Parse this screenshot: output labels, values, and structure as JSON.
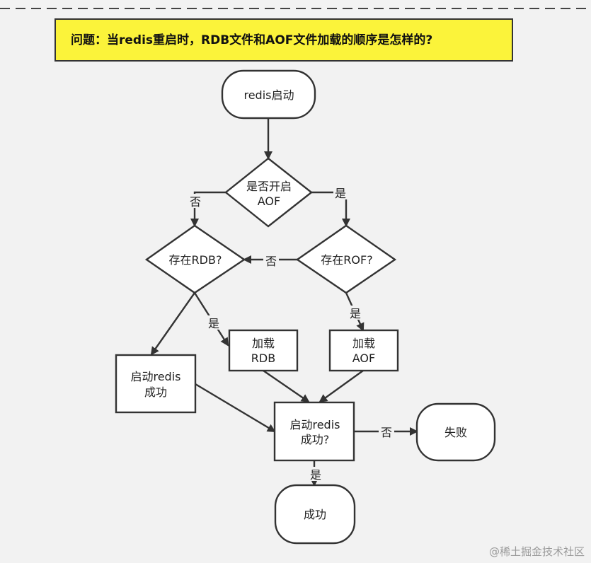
{
  "title": "问题：当redis重启时，RDB文件和AOF文件加载的顺序是怎样的?",
  "colors": {
    "background": "#f2f2f2",
    "title_fill": "#fbf33a",
    "title_border": "#333333",
    "node_fill": "#ffffff",
    "stroke": "#333333"
  },
  "nodes": {
    "start": "redis启动",
    "aof_enabled_1": "是否开启",
    "aof_enabled_2": "AOF",
    "has_rdb": "存在RDB?",
    "has_aof": "存在ROF?",
    "load_rdb_1": "加载",
    "load_rdb_2": "RDB",
    "load_aof_1": "加载",
    "load_aof_2": "AOF",
    "start_ok_1": "启动redis",
    "start_ok_2": "成功",
    "check_1": "启动redis",
    "check_2": "成功?",
    "fail": "失败",
    "success": "成功"
  },
  "edges": {
    "no_aof": "否",
    "yes_aof": "是",
    "no_rof": "否",
    "yes_rof": "是",
    "yes_rdb": "是",
    "no_fail": "否",
    "yes_success": "是"
  },
  "watermark": "@稀土掘金技术社区"
}
